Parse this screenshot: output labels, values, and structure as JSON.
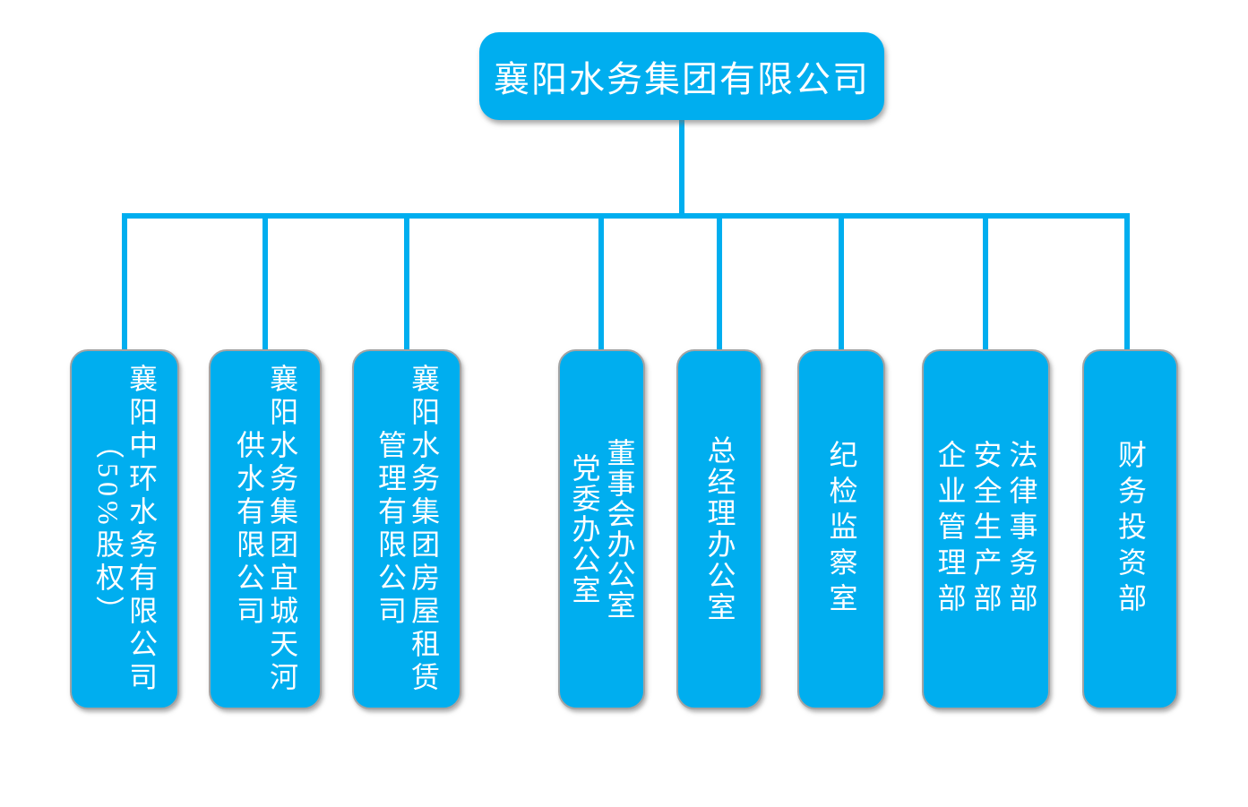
{
  "root": {
    "label": "襄阳水务集团有限公司"
  },
  "children": [
    {
      "label": "襄阳中环水务有限公司\n（50%股权）"
    },
    {
      "label": "襄阳水务集团宜城天河\n供水有限公司"
    },
    {
      "label": "襄阳水务集团房屋租赁\n管理有限公司"
    },
    {
      "label": "董事会办公室\n党委办公室"
    },
    {
      "label": "总经理办公室"
    },
    {
      "label": "纪检监察室"
    },
    {
      "label": "法律事务部\n安全生产部\n企业管理部"
    },
    {
      "label": "财务投资部"
    }
  ],
  "colors": {
    "fill": "#00AEEF",
    "line": "#00AEEF",
    "border": "#A3A3A3",
    "text": "#FFFFFF"
  }
}
